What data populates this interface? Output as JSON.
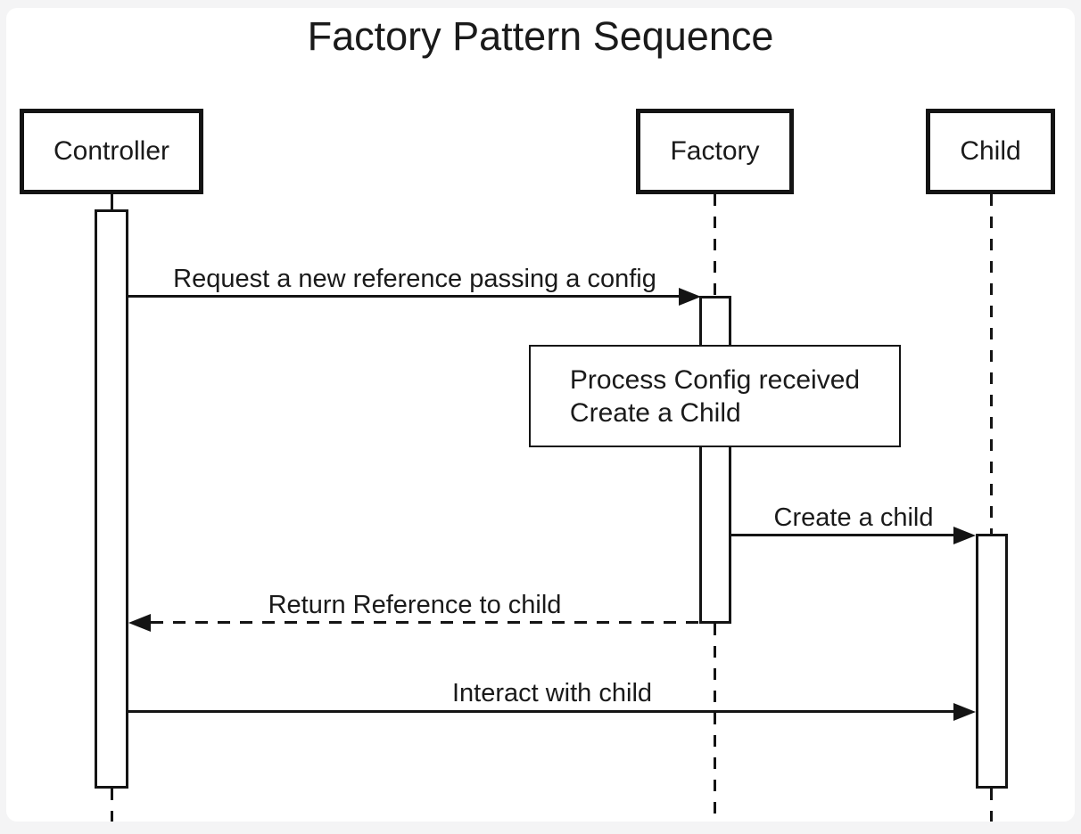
{
  "diagram": {
    "title": "Factory Pattern Sequence",
    "type": "uml-sequence-diagram",
    "actors": [
      {
        "name": "Controller"
      },
      {
        "name": "Factory"
      },
      {
        "name": "Child"
      }
    ],
    "messages": [
      {
        "label": "Request a new reference passing a config",
        "from": "Controller",
        "to": "Factory",
        "line": "solid"
      },
      {
        "label": "Create a child",
        "from": "Factory",
        "to": "Child",
        "line": "solid"
      },
      {
        "label": "Return Reference to child",
        "from": "Factory",
        "to": "Controller",
        "line": "dashed"
      },
      {
        "label": "Interact with child",
        "from": "Controller",
        "to": "Child",
        "line": "solid"
      }
    ],
    "note": {
      "over": "Factory",
      "lines": [
        "Process Config received",
        "Create a Child"
      ]
    },
    "colors": {
      "page_background": "#f4f4f5",
      "canvas_background": "#ffffff",
      "stroke": "#141414",
      "text": "#1a1a1a"
    }
  }
}
